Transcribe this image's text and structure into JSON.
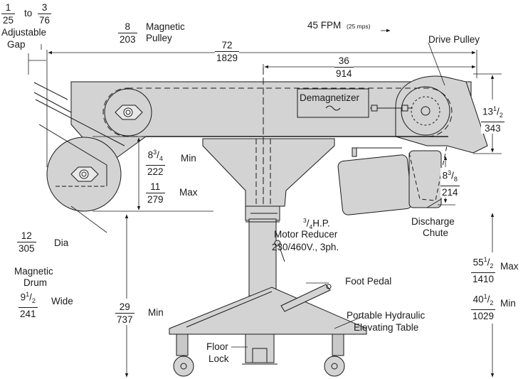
{
  "gap": {
    "num": "1",
    "den": "25",
    "to": "to",
    "num2": "3",
    "den2": "76",
    "label1": "Adjustable",
    "label2": "Gap"
  },
  "pulley_mag": {
    "num": "8",
    "den": "203",
    "label1": "Magnetic",
    "label2": "Pulley"
  },
  "speed": {
    "main": "45 FPM",
    "sub": "(25 mps)"
  },
  "drive_pulley": "Drive Pulley",
  "overall": {
    "num": "72",
    "den": "1829"
  },
  "half": {
    "num": "36",
    "den": "914"
  },
  "demagnetizer": "Demagnetizer",
  "drive_height": {
    "num_whole": "13",
    "num_frac_n": "1",
    "num_frac_d": "2",
    "den": "343"
  },
  "min_gap": {
    "num_whole": "8",
    "num_frac_n": "3",
    "num_frac_d": "4",
    "den": "222",
    "unit": "Min"
  },
  "max_gap": {
    "num": "11",
    "den": "279",
    "unit": "Max"
  },
  "chute_h": {
    "num_whole": "8",
    "num_frac_n": "3",
    "num_frac_d": "8",
    "den": "214"
  },
  "drum_dia": {
    "num": "12",
    "den": "305",
    "unit": "Dia"
  },
  "drum_label": {
    "l1": "Magnetic",
    "l2": "Drum"
  },
  "drum_wide": {
    "num_whole": "9",
    "num_frac_n": "1",
    "num_frac_d": "2",
    "den": "241",
    "unit": "Wide"
  },
  "min_height": {
    "num": "29",
    "den": "737",
    "unit": "Min"
  },
  "motor": {
    "hp_n": "3",
    "hp_d": "4",
    "hp_unit": "H.P.",
    "l2": "Motor Reducer",
    "l3": "230/460V., 3ph."
  },
  "discharge": {
    "l1": "Discharge",
    "l2": "Chute"
  },
  "total_max": {
    "num_whole": "55",
    "num_frac_n": "1",
    "num_frac_d": "2",
    "den": "1410",
    "unit": "Max"
  },
  "total_min": {
    "num_whole": "40",
    "num_frac_n": "1",
    "num_frac_d": "2",
    "den": "1029",
    "unit": "Min"
  },
  "foot_pedal": "Foot Pedal",
  "table": {
    "l1": "Portable Hydraulic",
    "l2": "Elevating Table"
  },
  "floor_lock": {
    "l1": "Floor",
    "l2": "Lock"
  },
  "colors": {
    "body_fill": "#d3d3d3",
    "line": "#1a1a1a"
  }
}
